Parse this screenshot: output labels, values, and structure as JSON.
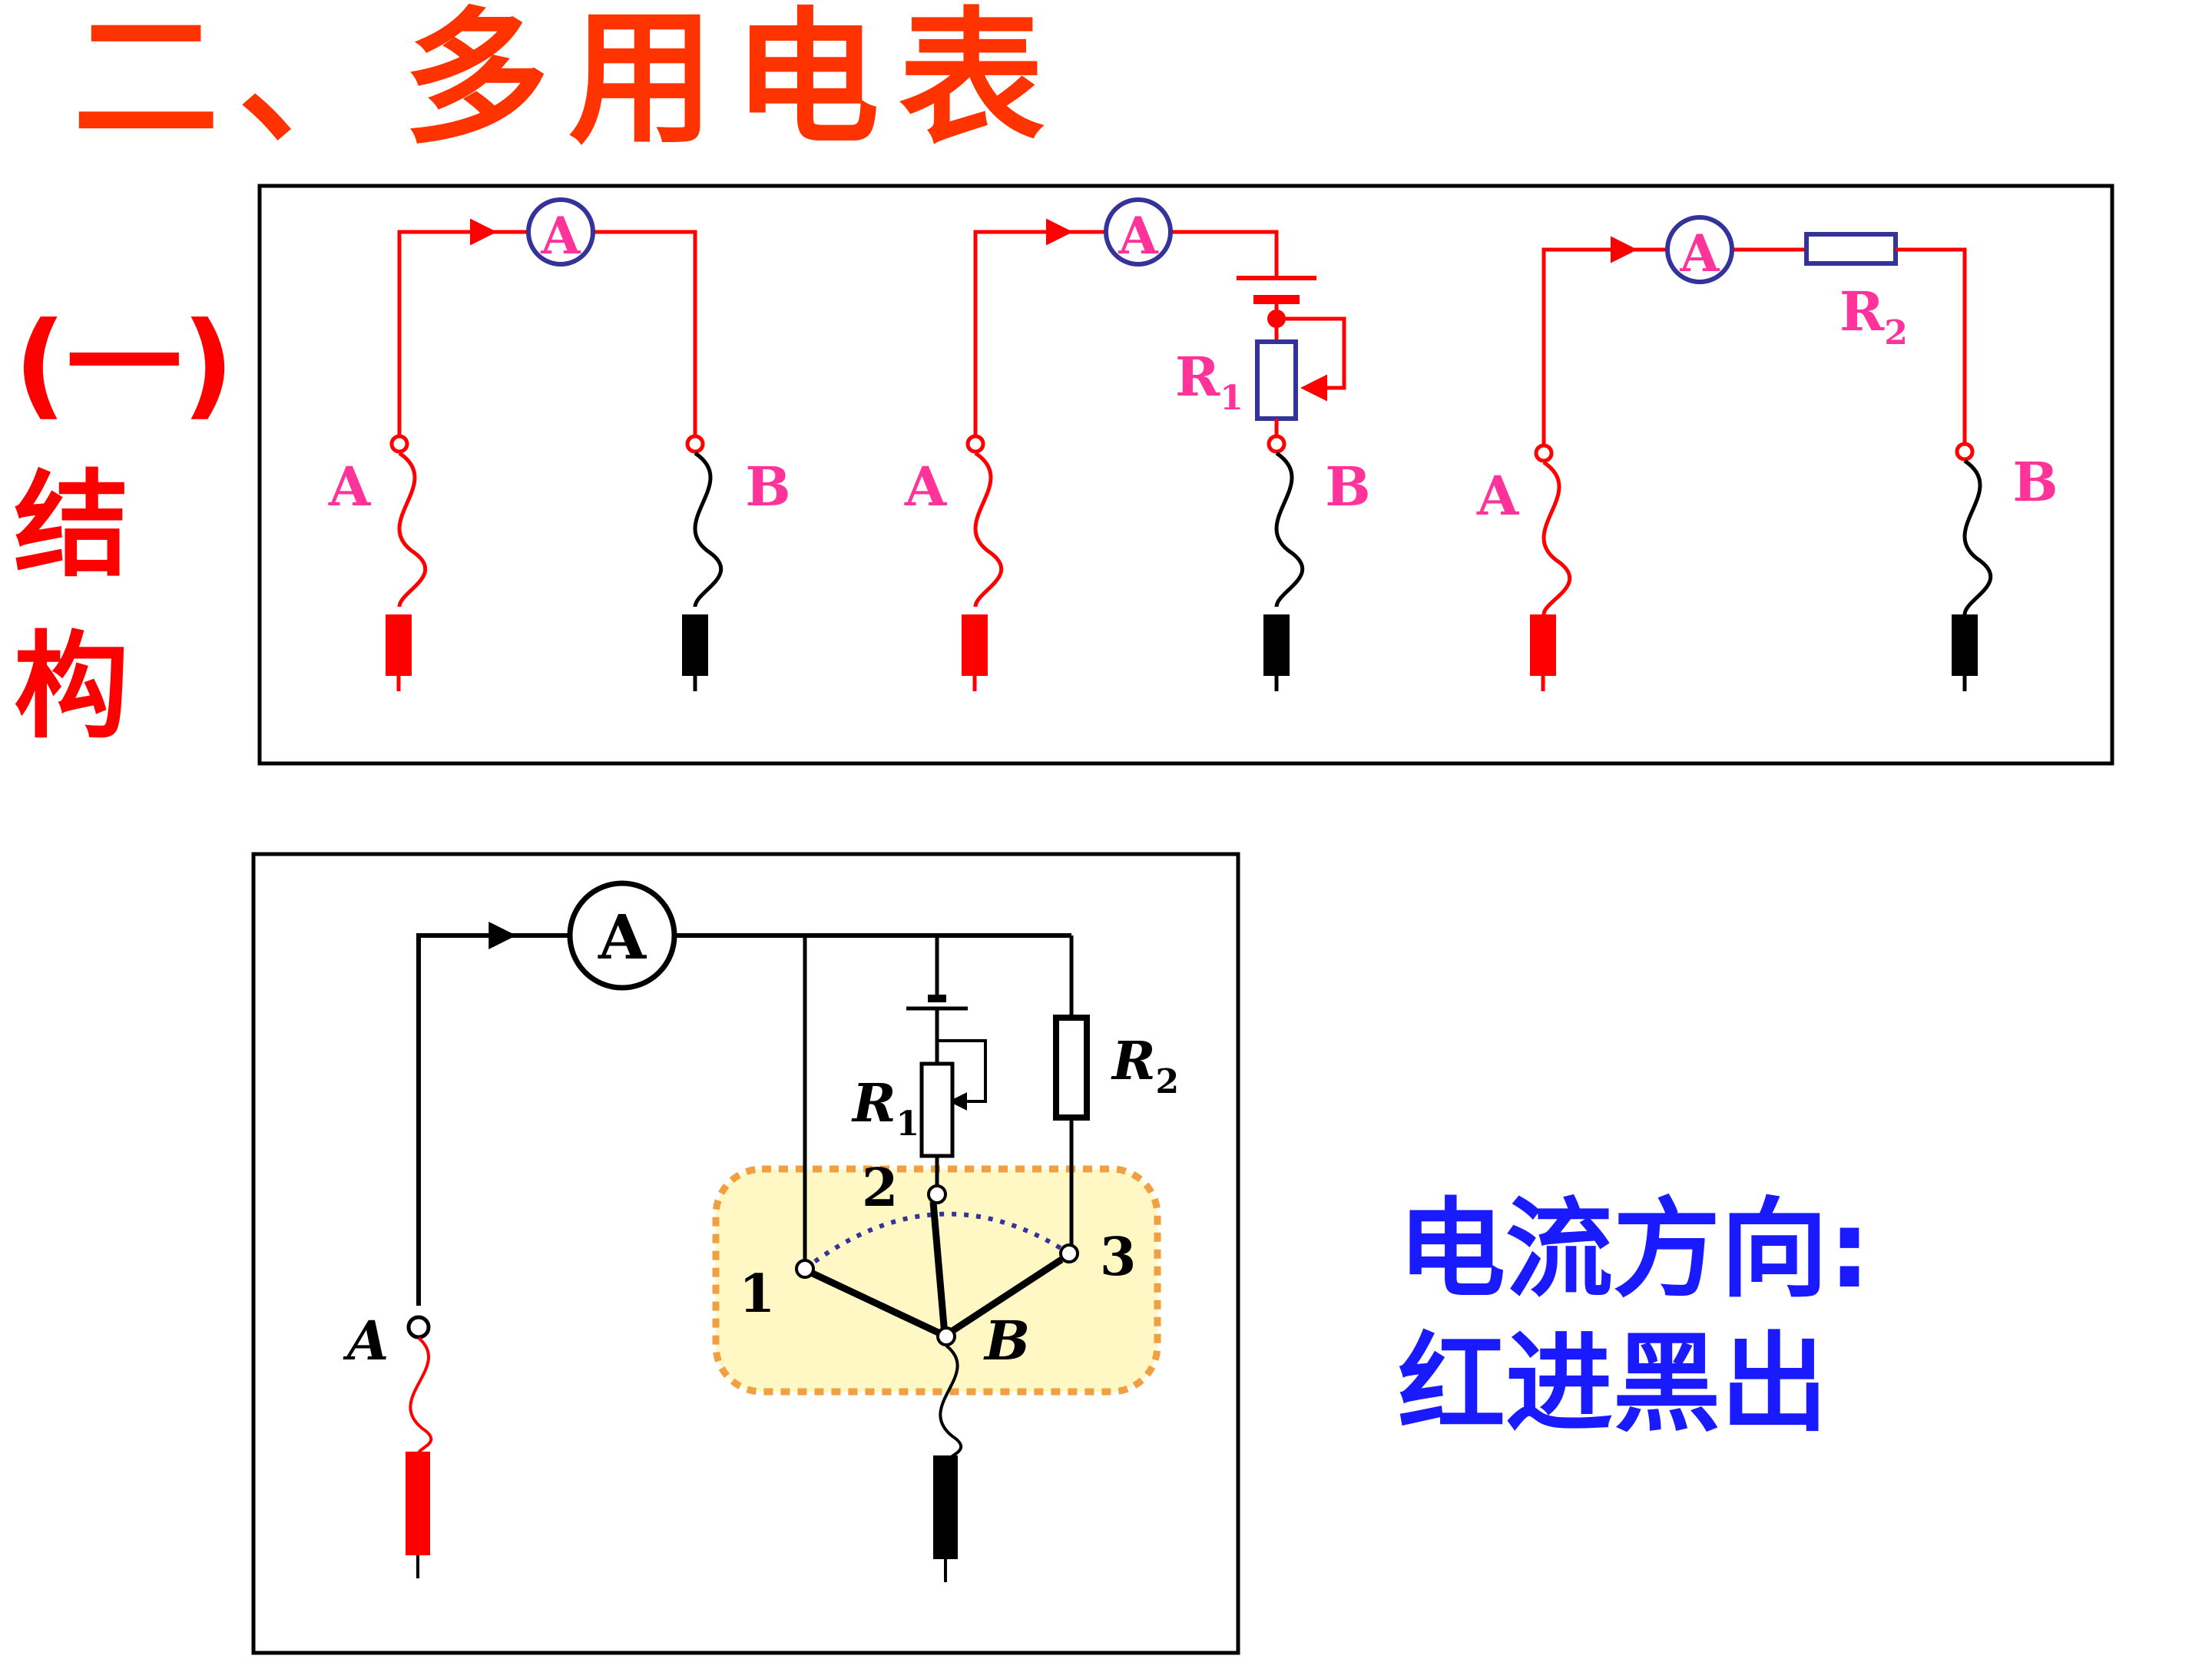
{
  "title": "二、多用电表",
  "section": "(一)结构",
  "top_diagrams": [
    {
      "meter": "A",
      "terminal_left": "A",
      "terminal_right": "B"
    },
    {
      "meter": "A",
      "terminal_left": "A",
      "terminal_right": "B",
      "resistor_label": "R",
      "resistor_sub": "1"
    },
    {
      "meter": "A",
      "terminal_left": "A",
      "terminal_right": "B",
      "resistor_label": "R",
      "resistor_sub": "2"
    }
  ],
  "bottom_diagram": {
    "meter": "A",
    "terminal_a": "A",
    "terminal_b": "B",
    "r1_label": "R",
    "r1_sub": "1",
    "r2_label": "R",
    "r2_sub": "2",
    "contacts": [
      "1",
      "2",
      "3"
    ]
  },
  "note": {
    "line1": "电流方向:",
    "line2": "红进黑出"
  },
  "colors": {
    "title": "#ff3300",
    "wire": "#ff0000",
    "label": "#ff3399",
    "meter_ring": "#333399",
    "note": "#1a1aff",
    "highlight": "#fff8c4",
    "highlight_border": "#f0a040"
  }
}
